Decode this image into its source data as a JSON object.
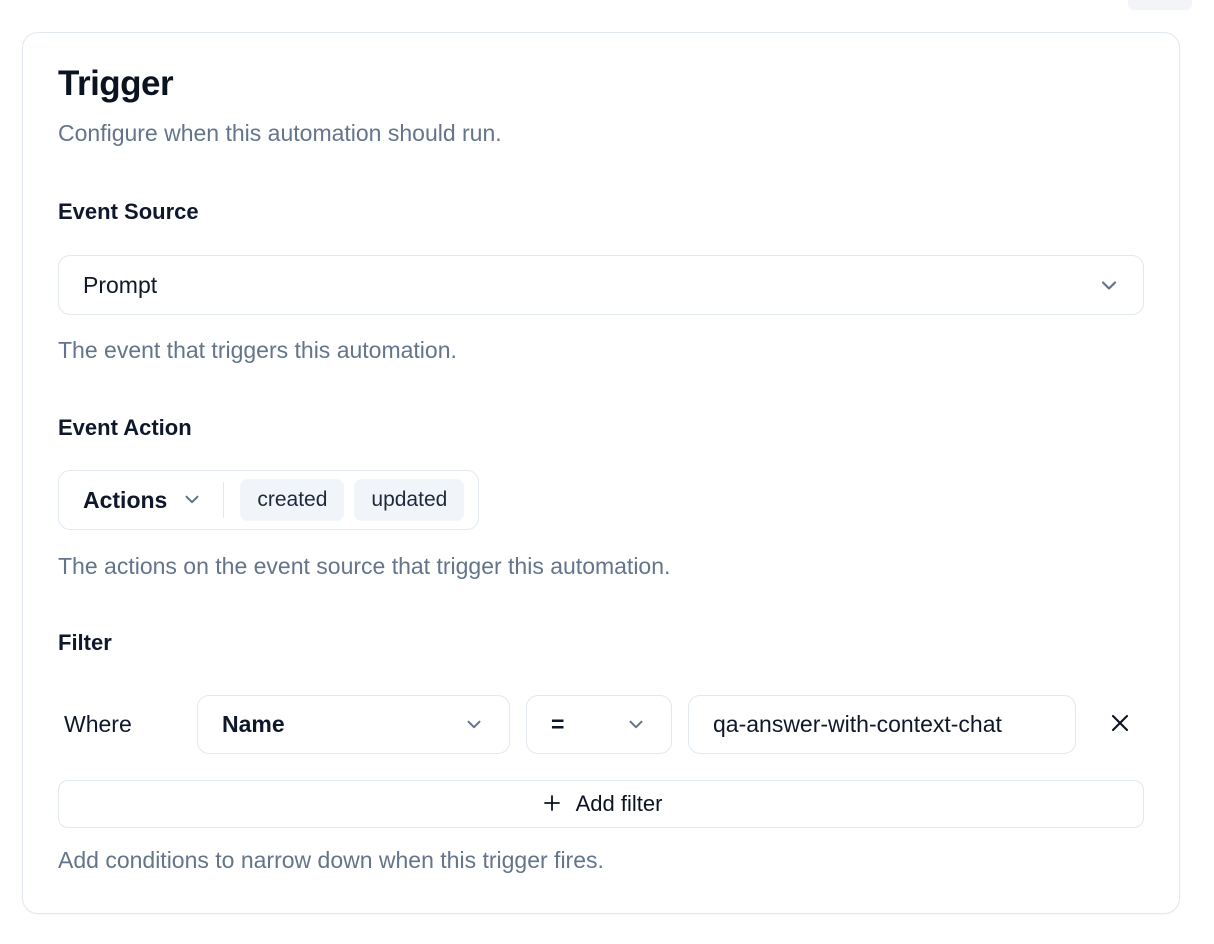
{
  "page": {
    "title": "Trigger",
    "subtitle": "Configure when this automation should run."
  },
  "event_source": {
    "label": "Event Source",
    "selected": "Prompt",
    "helper": "The event that triggers this automation."
  },
  "event_action": {
    "label": "Event Action",
    "dropdown_label": "Actions",
    "selected_actions": [
      "created",
      "updated"
    ],
    "helper": "The actions on the event source that trigger this automation."
  },
  "filter": {
    "label": "Filter",
    "where_label": "Where",
    "rows": [
      {
        "field": "Name",
        "operator": "=",
        "value": "qa-answer-with-context-chat"
      }
    ],
    "add_filter_label": "Add filter",
    "helper": "Add conditions to narrow down when this trigger fires."
  },
  "icons": {
    "event_source_chevron": "chevron-down",
    "actions_chevron": "chevron-down",
    "field_chevron": "chevron-down",
    "operator_chevron": "chevron-down",
    "remove_filter": "x-mark",
    "add_filter": "plus"
  },
  "colors": {
    "border": "#e2e8f0",
    "text_primary": "#0f172a",
    "text_muted": "#64748b",
    "chip_bg": "#f1f5f9",
    "card_bg": "#ffffff"
  }
}
